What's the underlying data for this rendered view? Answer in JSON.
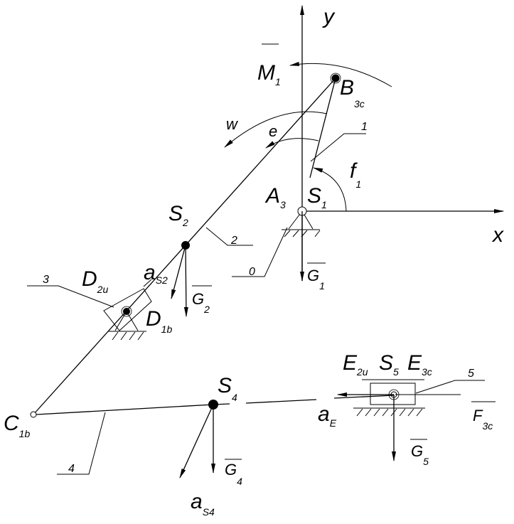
{
  "diagram": {
    "axes": {
      "x": "x",
      "y": "y"
    },
    "labels": {
      "M1": {
        "main": "M",
        "sub": "1"
      },
      "B3c": {
        "main": "B",
        "sub": "3c"
      },
      "w": {
        "main": "w"
      },
      "e": {
        "main": "e"
      },
      "f1": {
        "main": "f",
        "sub": "1"
      },
      "A3": {
        "main": "A",
        "sub": "3"
      },
      "S1": {
        "main": "S",
        "sub": "1"
      },
      "S2": {
        "main": "S",
        "sub": "2"
      },
      "G1": {
        "main": "G",
        "sub": "1"
      },
      "G2": {
        "main": "G",
        "sub": "2"
      },
      "aS2": {
        "main": "a",
        "sub": "S2"
      },
      "D2u": {
        "main": "D",
        "sub": "2u"
      },
      "D1b": {
        "main": "D",
        "sub": "1b"
      },
      "C1b": {
        "main": "C",
        "sub": "1b"
      },
      "S4": {
        "main": "S",
        "sub": "4"
      },
      "G4": {
        "main": "G",
        "sub": "4"
      },
      "aS4": {
        "main": "a",
        "sub": "S4"
      },
      "E2u": {
        "main": "E",
        "sub": "2u"
      },
      "S5": {
        "main": "S",
        "sub": "5"
      },
      "E3c": {
        "main": "E",
        "sub": "3c"
      },
      "aE": {
        "main": "a",
        "sub": "E"
      },
      "F3c": {
        "main": "F",
        "sub": "3c"
      },
      "G5": {
        "main": "G",
        "sub": "5"
      }
    },
    "link_numbers": {
      "l0": "0",
      "l1": "1",
      "l2": "2",
      "l3": "3",
      "l4": "4",
      "l5": "5"
    }
  }
}
